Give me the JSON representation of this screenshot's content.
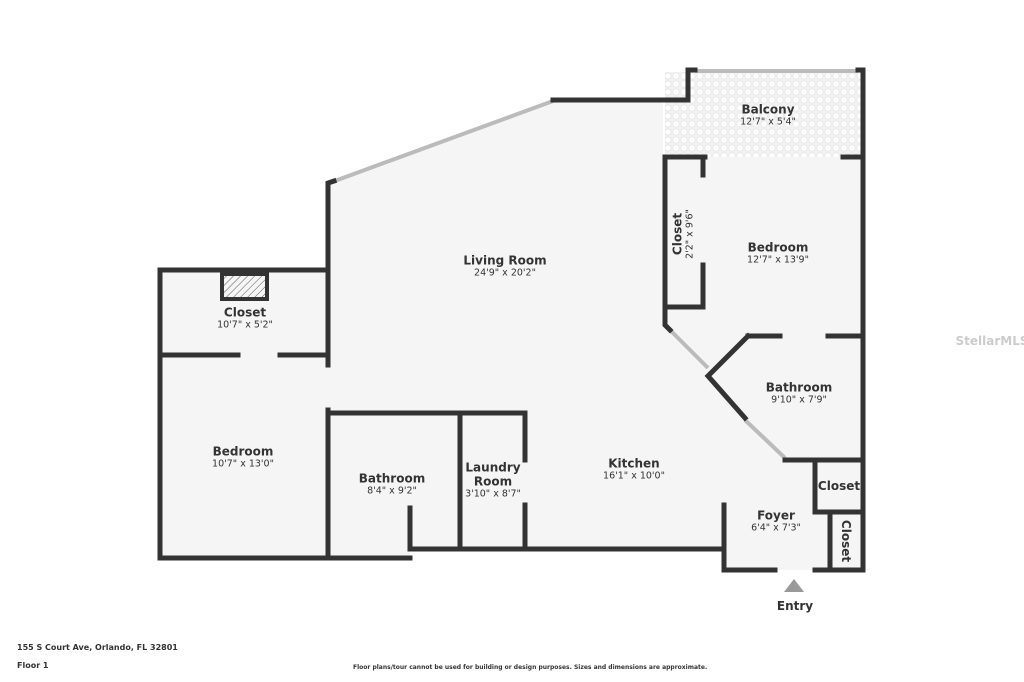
{
  "rooms": {
    "balcony": {
      "name": "Balcony",
      "dim": "12'7\" x 5'4\""
    },
    "living": {
      "name": "Living Room",
      "dim": "24'9\" x 20'2\""
    },
    "closet_nw": {
      "name": "Closet",
      "dim": "10'7\" x 5'2\""
    },
    "bedroom_w": {
      "name": "Bedroom",
      "dim": "10'7\" x 13'0\""
    },
    "bathroom_s": {
      "name": "Bathroom",
      "dim": "8'4\" x 9'2\""
    },
    "laundry": {
      "name": "Laundry Room",
      "dim": "3'10\" x 8'7\""
    },
    "kitchen": {
      "name": "Kitchen",
      "dim": "16'1\" x 10'0\""
    },
    "closet_e": {
      "name": "Closet",
      "dim": "2'2\" x 9'6\""
    },
    "bedroom_e": {
      "name": "Bedroom",
      "dim": "12'7\" x 13'9\""
    },
    "bathroom_e": {
      "name": "Bathroom",
      "dim": "9'10\" x 7'9\""
    },
    "closet_se": {
      "name": "Closet"
    },
    "foyer": {
      "name": "Foyer",
      "dim": "6'4\" x 7'3\""
    },
    "closet_foyer": {
      "name": "Closet"
    }
  },
  "entry": "Entry",
  "watermark": "StellarMLS",
  "footer": {
    "address": "155 S Court Ave, Orlando, FL 32801",
    "floor": "Floor 1",
    "disclaimer": "Floor plans/tour cannot be used for building or design purposes. Sizes and dimensions are approximate."
  },
  "colors": {
    "wall": "#333333",
    "floor": "#f5f5f5"
  }
}
